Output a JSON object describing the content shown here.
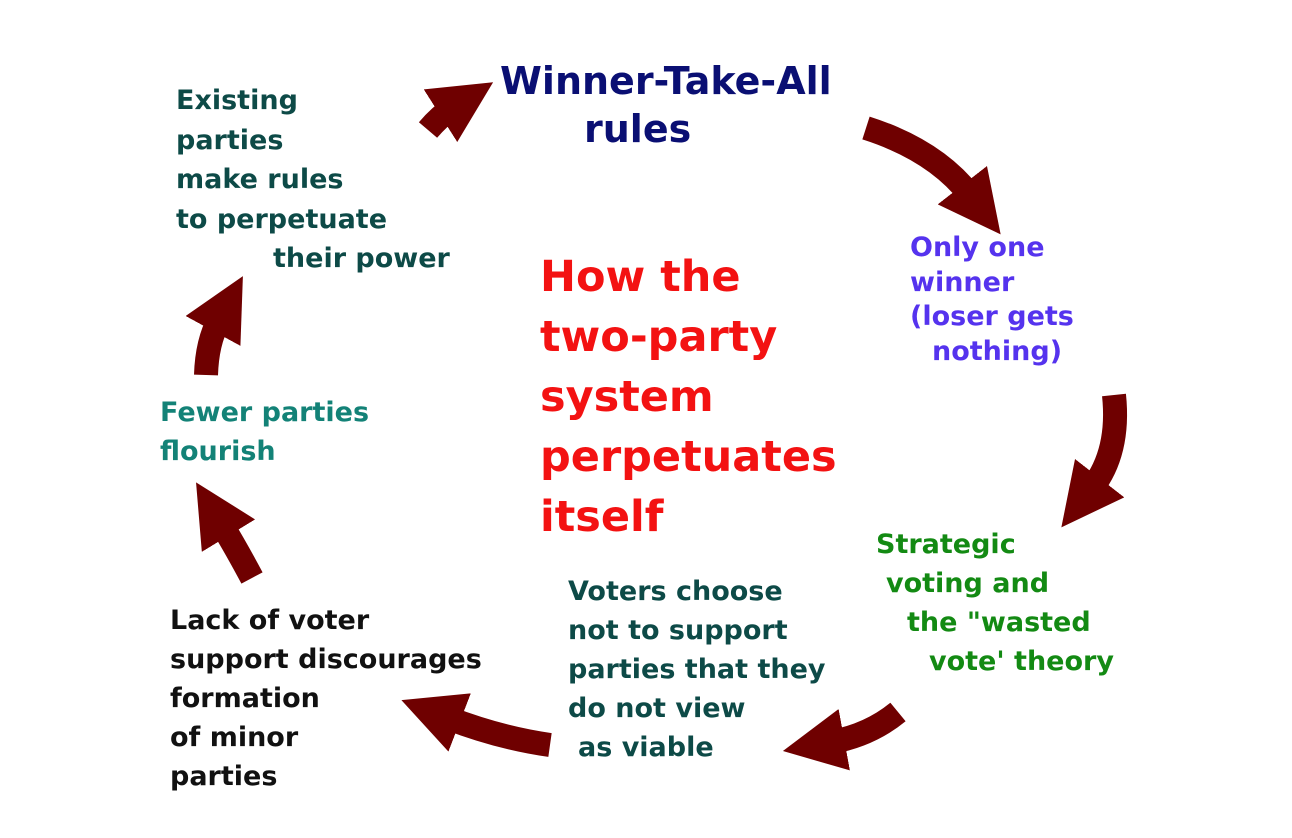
{
  "diagram": {
    "arrow_color": "#6f0000",
    "center_color": "#f31212",
    "center_title": [
      "How the",
      "two-party",
      "system",
      "perpetuates",
      "itself"
    ],
    "nodes": {
      "winner_take_all": {
        "lines": [
          "Winner-Take-All",
          "rules"
        ],
        "color": "#0a0f73"
      },
      "only_one_winner": {
        "lines": [
          "Only one",
          "winner",
          "(loser gets",
          "nothing)"
        ],
        "color": "#5533ee"
      },
      "strategic_voting": {
        "lines": [
          "Strategic",
          "voting and",
          "the \"wasted",
          "vote' theory"
        ],
        "color": "#138a13"
      },
      "voters_choose": {
        "lines": [
          "Voters choose",
          "not to support",
          "parties that they",
          "do not view",
          "as viable"
        ],
        "color": "#0d4a47"
      },
      "lack_of_support": {
        "lines": [
          "Lack of voter",
          "support discourages",
          "formation",
          "of minor",
          "parties"
        ],
        "color": "#111111"
      },
      "fewer_parties": {
        "lines": [
          "Fewer parties",
          "flourish"
        ],
        "color": "#138277"
      },
      "existing_parties": {
        "lines": [
          "Existing",
          "parties",
          "make rules",
          "to perpetuate",
          "their power"
        ],
        "color": "#0d4a47"
      }
    }
  }
}
